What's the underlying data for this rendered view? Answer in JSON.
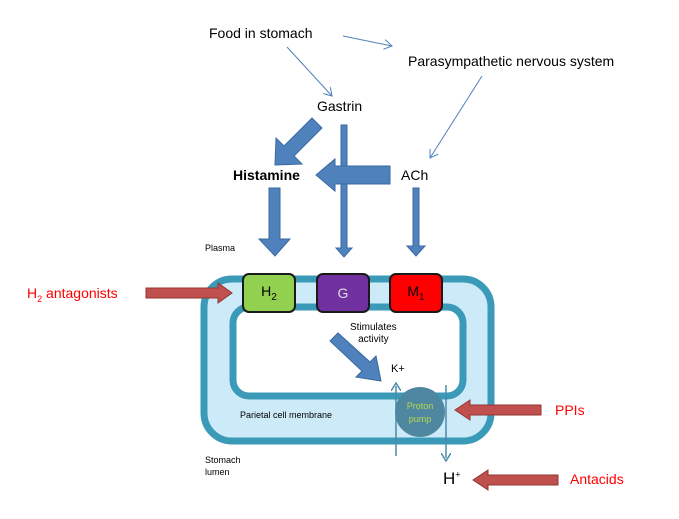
{
  "diagram": {
    "title_nodes": {
      "food": "Food in stomach",
      "psns": "Parasympathetic nervous system",
      "gastrin": "Gastrin",
      "histamine": "Histamine",
      "ach": "ACh"
    },
    "regions": {
      "plasma": "Plasma",
      "membrane": "Parietal cell membrane",
      "lumen_line1": "Stomach",
      "lumen_line2": "lumen"
    },
    "receptors": [
      {
        "base": "H",
        "sub": "2",
        "color": "#92d050"
      },
      {
        "base": "G",
        "sub": "",
        "color": "#7030a0"
      },
      {
        "base": "M",
        "sub": "1",
        "color": "#ff0000"
      }
    ],
    "inner": {
      "stimulates_line1": "Stimulates",
      "stimulates_line2": "activity",
      "k_ion": "K+",
      "pump_line1": "Proton",
      "pump_line2": "pump",
      "h_base": "H",
      "h_sup": "+"
    },
    "drugs": {
      "h2_base": "H",
      "h2_sub": "2",
      "h2_rest": " antagonists",
      "ppis": "PPIs",
      "antacids": "Antacids"
    },
    "colors": {
      "blue_arrow": "#4f81bd",
      "red_arrow": "#c0504d",
      "membrane": "#3a9ab8",
      "membrane_fill": "#cdeaf8",
      "drug_text": "#ff0000",
      "pump": "#4f86a0"
    }
  }
}
